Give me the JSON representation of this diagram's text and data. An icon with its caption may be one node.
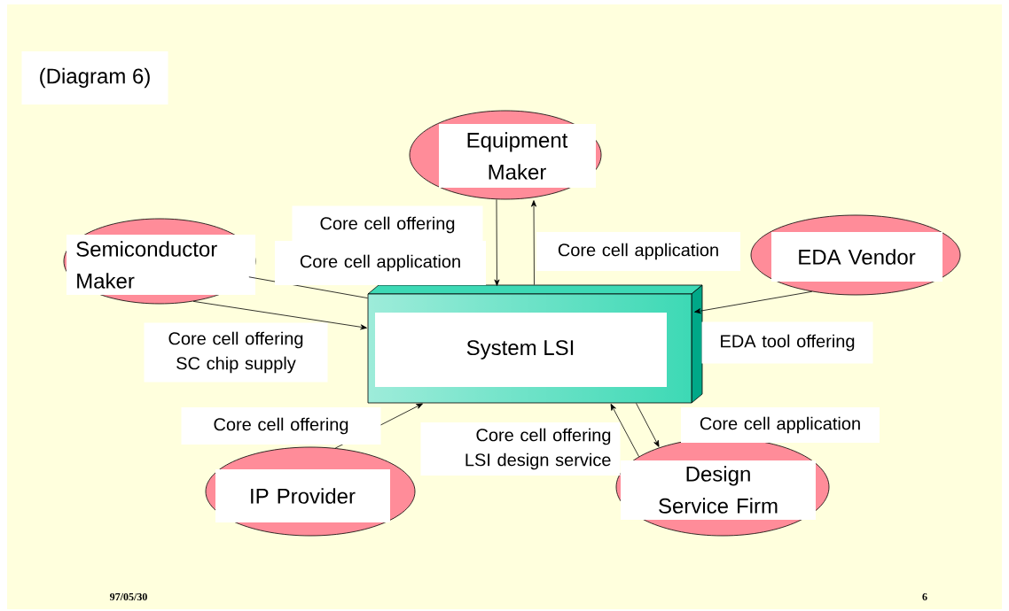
{
  "diagram": {
    "title": "(Diagram 6)",
    "nodes": [
      {
        "text": [
          "Equipment Maker"
        ]
      },
      {
        "text": [
          "Semiconductor Maker"
        ]
      },
      {
        "text": [
          "EDA Vendor"
        ]
      },
      {
        "text": [
          "System LSI"
        ]
      },
      {
        "text": [
          "IP Provider"
        ]
      },
      {
        "text": [
          "Design Service Firm"
        ]
      }
    ],
    "edges": [
      {
        "from": 0,
        "to": 3,
        "arrow": "to",
        "label": "Core cell offering"
      },
      {
        "from": 3,
        "to": 0,
        "arrow": "to",
        "label": "Core cell application"
      },
      {
        "from": 3,
        "to": 1,
        "arrow": "none",
        "label": "Core cell application"
      },
      {
        "from": 1,
        "to": 3,
        "arrow": "to",
        "label": "Core cell offering SC chip supply"
      },
      {
        "from": 2,
        "to": 3,
        "arrow": "to",
        "label": "EDA tool offering"
      },
      {
        "from": 3,
        "to": 5,
        "arrow": "to",
        "label": "Core cell application"
      },
      {
        "from": 5,
        "to": 3,
        "arrow": "to",
        "label": "Core cell offering LSI design service"
      },
      {
        "from": 4,
        "to": 3,
        "arrow": "to",
        "label": "Core cell offering"
      }
    ],
    "labels": [
      "97/05/30",
      "6"
    ]
  }
}
